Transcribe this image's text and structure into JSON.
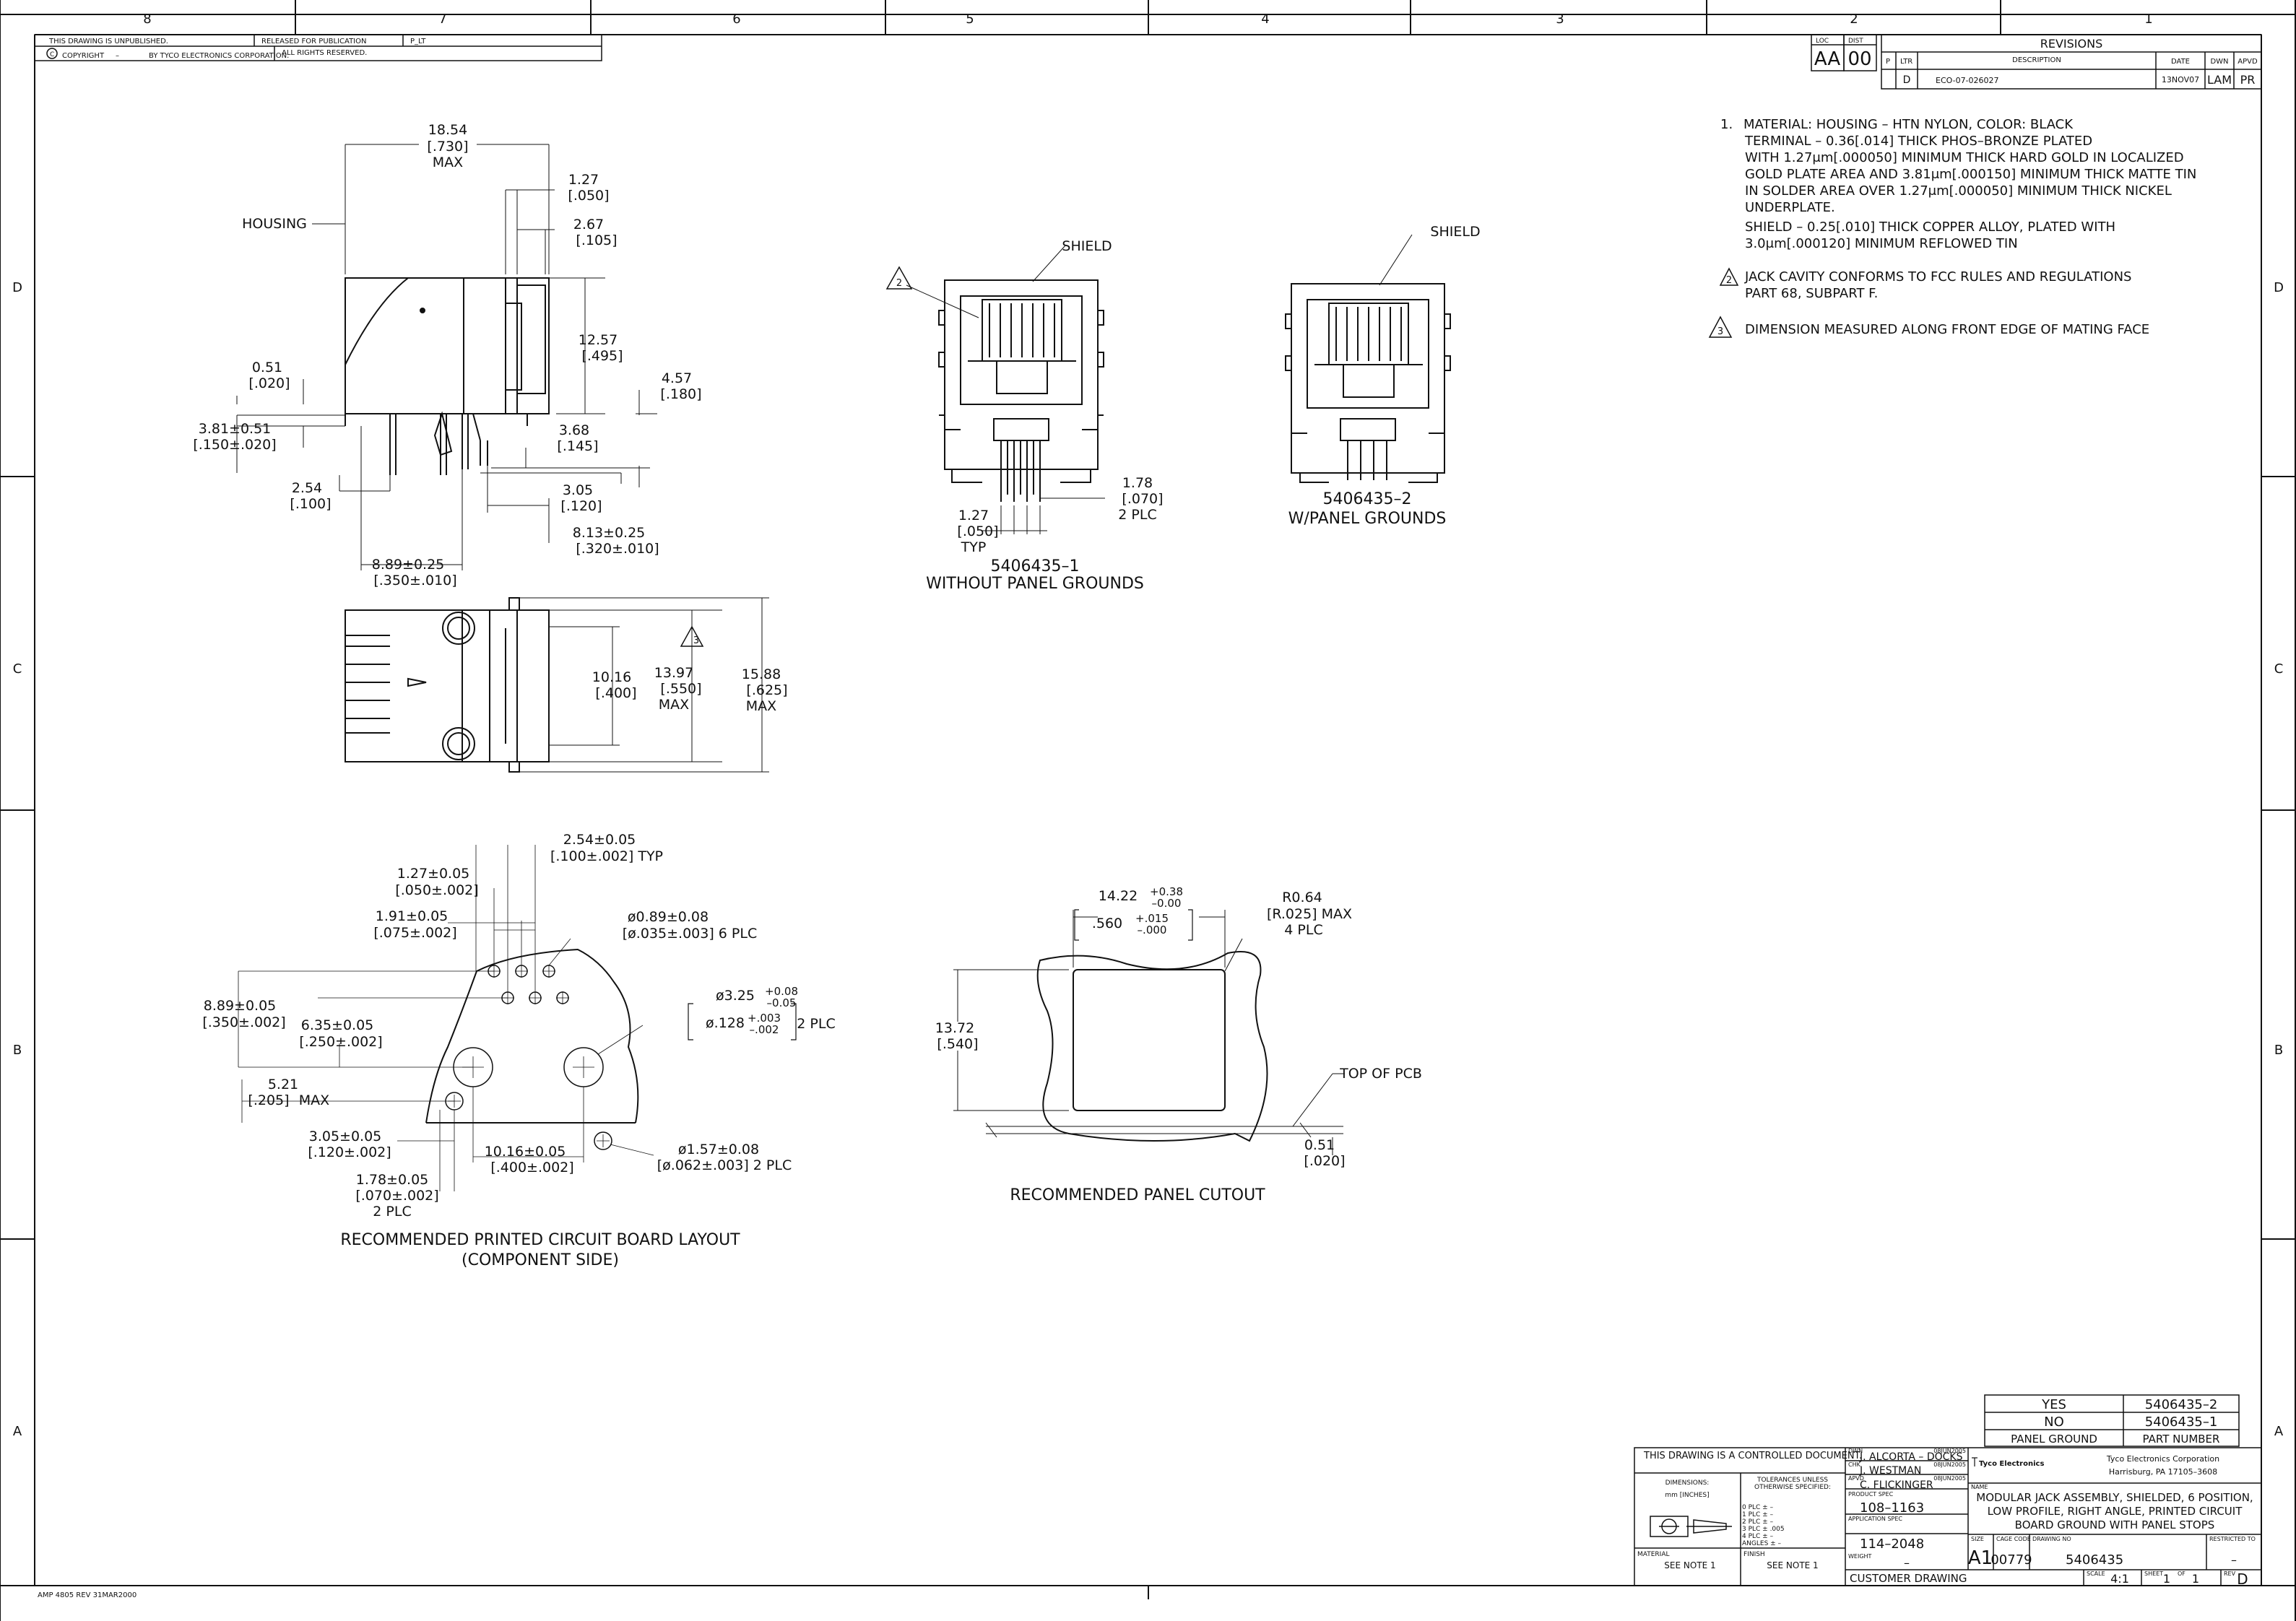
{
  "border": {
    "top_zones": [
      "8",
      "7",
      "6",
      "5",
      "4",
      "3",
      "2",
      "1"
    ],
    "side_zones": [
      "D",
      "C",
      "B",
      "A"
    ]
  },
  "header_block": {
    "unpublished": "THIS DRAWING IS UNPUBLISHED.",
    "released": "RELEASED FOR PUBLICATION",
    "released_by": "P_LT",
    "copyright": "COPYRIGHT",
    "copyright_dash": "–",
    "copyright_by": "BY TYCO ELECTRONICS CORPORATION.",
    "rights": "ALL RIGHTS RESERVED."
  },
  "revisions": {
    "loc_label": "LOC",
    "loc": "AA",
    "dist_label": "DIST",
    "dist": "00",
    "title": "REVISIONS",
    "col_p": "P",
    "col_ltr": "LTR",
    "col_desc": "DESCRIPTION",
    "col_date": "DATE",
    "col_dwn": "DWN",
    "col_apvd": "APVD",
    "row_ltr": "D",
    "row_desc": "ECO-07-026027",
    "row_date": "13NOV07",
    "row_dwn": "LAM",
    "row_apvd": "PR"
  },
  "notes": {
    "n1": "1.",
    "lines": [
      "MATERIAL: HOUSING – HTN NYLON, COLOR: BLACK",
      "TERMINAL – 0.36[.014] THICK PHOS–BRONZE PLATED",
      "WITH 1.27μm[.000050] MINIMUM THICK HARD GOLD IN LOCALIZED",
      "GOLD PLATE AREA AND 3.81μm[.000150] MINIMUM THICK MATTE TIN",
      "IN SOLDER AREA OVER 1.27μm[.000050] MINIMUM THICK NICKEL",
      "UNDERPLATE.",
      "SHIELD – 0.25[.010] THICK COPPER ALLOY, PLATED WITH",
      "3.0μm[.000120] MINIMUM REFLOWED TIN"
    ],
    "n2_num": "2",
    "n2_lines": [
      "JACK CAVITY CONFORMS TO FCC RULES AND REGULATIONS",
      "PART 68, SUBPART F."
    ],
    "n3_num": "3",
    "n3": "DIMENSION MEASURED ALONG FRONT EDGE OF MATING FACE"
  },
  "side_view": {
    "housing": "HOUSING",
    "d1": "18.54",
    "d1b": "[.730]",
    "d1c": "MAX",
    "d2": "1.27",
    "d2b": "[.050]",
    "d3": "2.67",
    "d3b": "[.105]",
    "d4": "12.57",
    "d4b": "[.495]",
    "d5": "4.57",
    "d5b": "[.180]",
    "d6": "0.51",
    "d6b": "[.020]",
    "d7": "3.81±0.51",
    "d7b": "[.150±.020]",
    "d8": "3.68",
    "d8b": "[.145]",
    "d9": "2.54",
    "d9b": "[.100]",
    "d10": "3.05",
    "d10b": "[.120]",
    "d11": "8.13±0.25",
    "d11b": "[.320±.010]",
    "d12": "8.89±0.25",
    "d12b": "[.350±.010]"
  },
  "top_view": {
    "d1": "10.16",
    "d1b": "[.400]",
    "d2": "13.97",
    "d2b": "[.550]",
    "d2c": "MAX",
    "d2n": "3",
    "d3": "15.88",
    "d3b": "[.625]",
    "d3c": "MAX"
  },
  "front1": {
    "note": "2",
    "shield": "SHIELD",
    "d1": "1.78",
    "d1b": "[.070]",
    "d1c": "2 PLC",
    "d2": "1.27",
    "d2b": "[.050]",
    "d2c": "TYP",
    "part": "5406435–1",
    "desc": "WITHOUT PANEL GROUNDS"
  },
  "front2": {
    "shield": "SHIELD",
    "part": "5406435–2",
    "desc": "W/PANEL GROUNDS"
  },
  "pcb": {
    "d1": "2.54±0.05",
    "d1b": "[.100±.002] TYP",
    "d2": "1.27±0.05",
    "d2b": "[.050±.002]",
    "d3": "1.91±0.05",
    "d3b": "[.075±.002]",
    "d4": "ø0.89±0.08",
    "d4b": "[ø.035±.003] 6 PLC",
    "d5": "8.89±0.05",
    "d5b": "[.350±.002]",
    "d6": "6.35±0.05",
    "d6b": "[.250±.002]",
    "d7a": "ø3.25",
    "d7a_tol1": "+0.08",
    "d7a_tol2": "–0.05",
    "d7b": "ø.128",
    "d7b_tol1": "+.003",
    "d7b_tol2": "–.002",
    "d7c": "2 PLC",
    "d8": "5.21",
    "d8b": "[.205]",
    "d8c": "MAX",
    "d9": "3.05±0.05",
    "d9b": "[.120±.002]",
    "d10": "10.16±0.05",
    "d10b": "[.400±.002]",
    "d11": "ø1.57±0.08",
    "d11b": "[ø.062±.003] 2 PLC",
    "d12": "1.78±0.05",
    "d12b": "[.070±.002]",
    "d12c": "2 PLC",
    "title1": "RECOMMENDED PRINTED CIRCUIT BOARD LAYOUT",
    "title2": "(COMPONENT SIDE)"
  },
  "panel": {
    "d1": "14.22",
    "d1_tol1": "+0.38",
    "d1_tol2": "–0.00",
    "d1b": ".560",
    "d1b_tol1": "+.015",
    "d1b_tol2": "–.000",
    "d2": "R0.64",
    "d2b": "[R.025] MAX",
    "d2c": "4 PLC",
    "d3": "13.72",
    "d3b": "[.540]",
    "top_pcb": "TOP OF PCB",
    "d4": "0.51",
    "d4b": "[.020]",
    "title": "RECOMMENDED PANEL CUTOUT"
  },
  "part_table": {
    "rows": [
      [
        "YES",
        "5406435–2"
      ],
      [
        "NO",
        "5406435–1"
      ]
    ],
    "head": [
      "PANEL GROUND",
      "PART NUMBER"
    ]
  },
  "title_block": {
    "controlled": "THIS DRAWING IS A CONTROLLED DOCUMENT.",
    "dimensions": "DIMENSIONS:",
    "units": "mm [INCHES]",
    "tol_head1": "TOLERANCES UNLESS",
    "tol_head2": "OTHERWISE SPECIFIED:",
    "tol_lines": [
      "0 PLC    ±  –",
      "1 PLC    ±  –",
      "2 PLC    ±  –",
      "3 PLC    ±  .005",
      "4 PLC    ±  –",
      "ANGLES        ±  –"
    ],
    "material": "MATERIAL",
    "material_val": "SEE NOTE 1",
    "finish": "FINISH",
    "finish_val": "SEE NOTE 1",
    "dwn_label": "DWN",
    "dwn": "J. ALCORTA – DOCKS",
    "dwn_date": "08JUN2005",
    "chk_label": "CHK",
    "chk": "J. WESTMAN",
    "chk_date": "08JUN2005",
    "appvd_label": "APVD",
    "appvd": "C. FLICKINGER",
    "appvd_date": "08JUN2005",
    "product_spec_label": "PRODUCT SPEC",
    "product_spec": "108–1163",
    "app_spec_label": "APPLICATION SPEC",
    "app_spec": "114–2048",
    "weight_label": "WEIGHT",
    "weight": "–",
    "company": "Tyco Electronics",
    "corp": "Tyco Electronics Corporation",
    "address": "Harrisburg, PA 17105–3608",
    "name_label": "NAME",
    "title_lines": [
      "MODULAR JACK ASSEMBLY, SHIELDED, 6 POSITION,",
      "LOW PROFILE, RIGHT ANGLE, PRINTED CIRCUIT",
      "BOARD GROUND WITH PANEL STOPS"
    ],
    "size_label": "SIZE",
    "size": "A1",
    "cage_label": "CAGE CODE",
    "cage": "00779",
    "dwg_label": "DRAWING NO",
    "dwg": "5406435",
    "restricted_label": "RESTRICTED TO",
    "restricted": "–",
    "customer": "CUSTOMER DRAWING",
    "scale_label": "SCALE",
    "scale": "4:1",
    "sheet_label": "SHEET",
    "sheet": "1",
    "of_label": "OF",
    "of": "1",
    "rev_label": "REV",
    "rev": "D"
  },
  "form_id": "AMP 4805 REV 31MAR2000"
}
